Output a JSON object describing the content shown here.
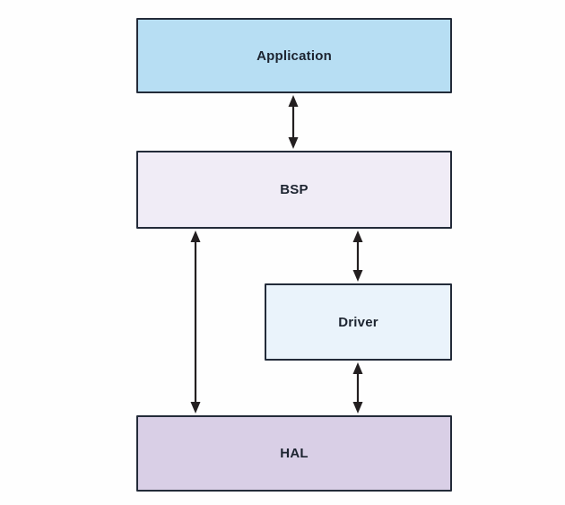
{
  "diagram": {
    "description": "Embedded software stack layer diagram",
    "nodes": [
      {
        "id": "application",
        "label": "Application",
        "fill": "#b7def3"
      },
      {
        "id": "bsp",
        "label": "BSP",
        "fill": "#f0ecf6"
      },
      {
        "id": "driver",
        "label": "Driver",
        "fill": "#eaf3fb"
      },
      {
        "id": "hal",
        "label": "HAL",
        "fill": "#d9cfe6"
      }
    ],
    "edges": [
      {
        "from": "Application",
        "to": "BSP",
        "type": "bidirectional-arrow"
      },
      {
        "from": "BSP",
        "to": "HAL",
        "type": "bidirectional-arrow"
      },
      {
        "from": "BSP",
        "to": "Driver",
        "type": "bidirectional-arrow"
      },
      {
        "from": "Driver",
        "to": "HAL",
        "type": "bidirectional-arrow"
      }
    ],
    "colors": {
      "border": "#232b39",
      "arrow": "#231f20",
      "text": "#1d2430",
      "background": "#fefefe"
    }
  }
}
